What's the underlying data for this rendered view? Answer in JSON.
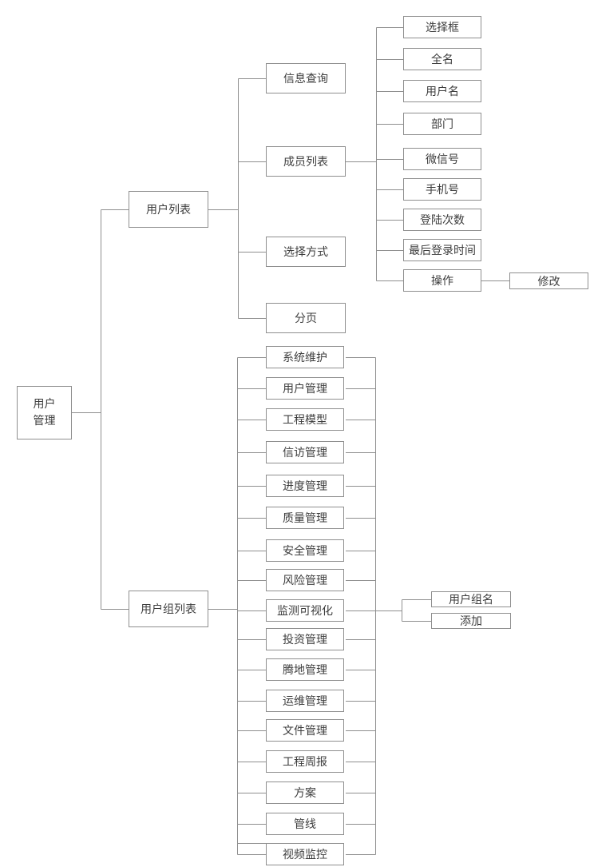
{
  "style": {
    "border_color": "#8f8f8f",
    "line_color": "#8f8f8f",
    "text_color": "#3d3d3d",
    "background": "#ffffff",
    "box_fill": "#ffffff"
  },
  "tree": {
    "root": {
      "label": "用户管理"
    },
    "children": [
      {
        "label": "用户列表",
        "children": [
          {
            "label": "信息查询"
          },
          {
            "label": "成员列表",
            "children": [
              {
                "label": "选择框"
              },
              {
                "label": "全名"
              },
              {
                "label": "用户名"
              },
              {
                "label": "部门"
              },
              {
                "label": "微信号"
              },
              {
                "label": "手机号"
              },
              {
                "label": "登陆次数"
              },
              {
                "label": "最后登录时间"
              },
              {
                "label": "操作",
                "children": [
                  {
                    "label": "修改"
                  }
                ]
              }
            ]
          },
          {
            "label": "选择方式"
          },
          {
            "label": "分页"
          }
        ]
      },
      {
        "label": "用户组列表",
        "children": [
          {
            "label": "系统维护"
          },
          {
            "label": "用户管理"
          },
          {
            "label": "工程模型"
          },
          {
            "label": "信访管理"
          },
          {
            "label": "进度管理"
          },
          {
            "label": "质量管理"
          },
          {
            "label": "安全管理"
          },
          {
            "label": "风险管理"
          },
          {
            "label": "监测可视化"
          },
          {
            "label": "投资管理"
          },
          {
            "label": "腾地管理"
          },
          {
            "label": "运维管理"
          },
          {
            "label": "文件管理"
          },
          {
            "label": "工程周报"
          },
          {
            "label": "方案"
          },
          {
            "label": "管线"
          },
          {
            "label": "视频监控"
          }
        ],
        "shared_children": [
          {
            "label": "用户组名"
          },
          {
            "label": "添加"
          }
        ]
      }
    ]
  }
}
